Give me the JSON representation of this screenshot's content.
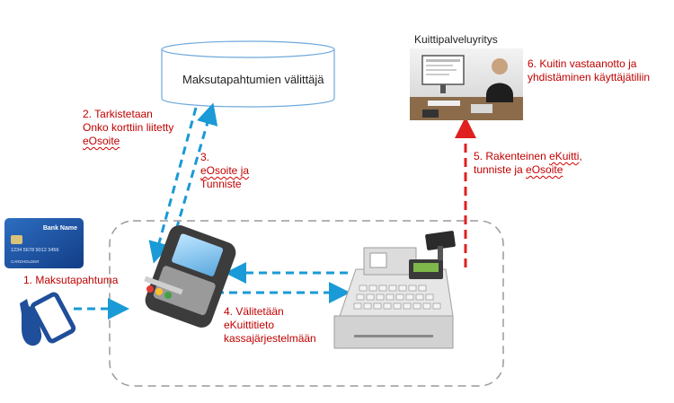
{
  "diagram": {
    "clearing_house": {
      "label": "Maksutapahtumien välittäjä"
    },
    "receipt_service": {
      "title": "Kuittipalveluyritys"
    },
    "bank_card": {
      "bank_name": "Bank Name",
      "card_number": "1234 5678 9012 3456",
      "holder": "CARDHOLDER"
    },
    "steps": [
      {
        "number": "1.",
        "text": "Maksutapahtuma"
      },
      {
        "number": "2.",
        "line1": "Tarkistetaan",
        "line2": "Onko korttiin liitetty",
        "line3": "eOsoite"
      },
      {
        "number": "3.",
        "line1": "eOsoite ja",
        "line2": "Tunniste"
      },
      {
        "number": "4.",
        "line1": "Välitetään",
        "line2": "eKuittitieto",
        "line3": "kassajärjestelmään"
      },
      {
        "number": "5.",
        "line1_prefix": "Rakenteinen ",
        "line1_word": "eKuitti",
        "line1_suffix": ",",
        "line2_prefix": "tunniste ja ",
        "line2_word": "eOsoite"
      },
      {
        "number": "6.",
        "line1": "Kuitin vastaanotto ja",
        "line2": "yhdistäminen käyttäjätiliin"
      }
    ],
    "colors": {
      "blue_arrow": "#1a9ad6",
      "red_arrow": "#e02020",
      "step_text": "#c00000",
      "boundary": "#9a9a9a",
      "node_stroke": "#6fa8dc"
    }
  }
}
